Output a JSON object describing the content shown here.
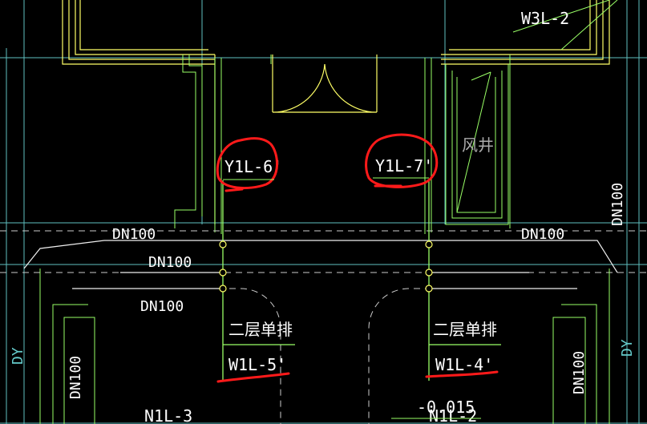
{
  "drawing": {
    "labels": {
      "w3l2": "W3L-2",
      "wind_shaft": "风井",
      "y1l6": "Y1L-6'",
      "y1l7": "Y1L-7'",
      "dn100_left_top": "DN100",
      "dn100_right_top": "DN100",
      "dn100_mid": "DN100",
      "dn100_left_low": "DN100",
      "dn100_vert_right": "DN100",
      "dn100_vert_left": "DN100",
      "dn100_vert_bottom_right": "DN100",
      "dy_left": "DY",
      "dy_right": "DY",
      "second_floor_left": "二层单排",
      "second_floor_right": "二层单排",
      "w1l5": "W1L-5'",
      "w1l4": "W1L-4'",
      "n1l3": "N1L-3",
      "n1l2": "N1L-2",
      "elev": "-0.015"
    },
    "colors": {
      "background": "#000000",
      "wall_yellow": "#ffff66",
      "wall_green": "#99ff66",
      "grid_cyan": "#66cccc",
      "pipe_green": "#99ff66",
      "text_white": "#ffffff",
      "markup_red": "#ff0000",
      "dash_white": "#dddddd"
    }
  }
}
